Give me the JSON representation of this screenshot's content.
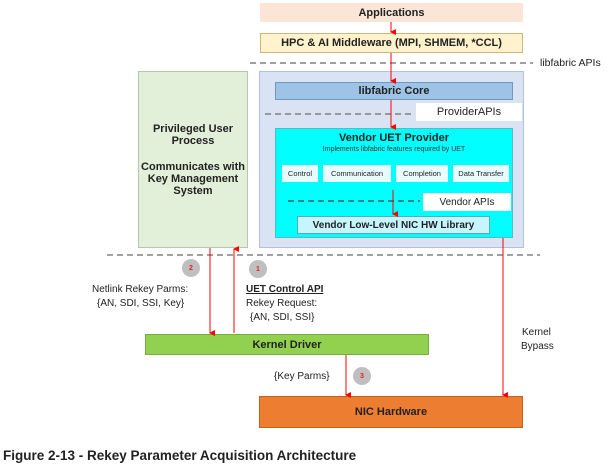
{
  "diagram": {
    "applications": "Applications",
    "middleware": "HPC & AI Middleware (MPI, SHMEM, *CCL)",
    "libfabric_apis": "libfabric APIs",
    "libfabric_core": "libfabric Core",
    "provider_apis": "ProviderAPIs",
    "vendor_provider": {
      "title": "Vendor UET Provider",
      "subtitle": "Implements libfabric features required by UET",
      "features": [
        "Control",
        "Communication",
        "Completion",
        "Data Transfer"
      ],
      "vendor_apis": "Vendor APIs",
      "hw_library": "Vendor Low-Level NIC HW Library"
    },
    "privileged": {
      "line1": "Privileged User",
      "line2": "Process",
      "line3": "Communicates with",
      "line4": "Key Management",
      "line5": "System"
    },
    "step1": {
      "number": "1",
      "title": "UET Control API",
      "line1": "Rekey Request:",
      "line2": "{AN, SDI, SSI}"
    },
    "step2": {
      "number": "2",
      "line1": "Netlink Rekey Parms:",
      "line2": "{AN, SDI, SSI, Key}"
    },
    "step3": {
      "number": "3",
      "label": "{Key Parms}"
    },
    "kernel_driver": "Kernel Driver",
    "kernel_bypass_line1": "Kernel",
    "kernel_bypass_line2": "Bypass",
    "nic_hardware": "NIC Hardware",
    "colors": {
      "arrow": "#ff0000",
      "dashed": "#808080",
      "applications": "#fbe5d6",
      "middleware": "#fff2cc",
      "libfabric_outer": "#dae3f3",
      "libfabric_core": "#9dc3e6",
      "vendor_provider": "#00ffff",
      "privileged": "#e2efd9",
      "kernel_driver": "#92d050",
      "nic_hardware": "#ed7d31"
    }
  },
  "caption": "Figure 2-13 - Rekey Parameter Acquisition Architecture"
}
